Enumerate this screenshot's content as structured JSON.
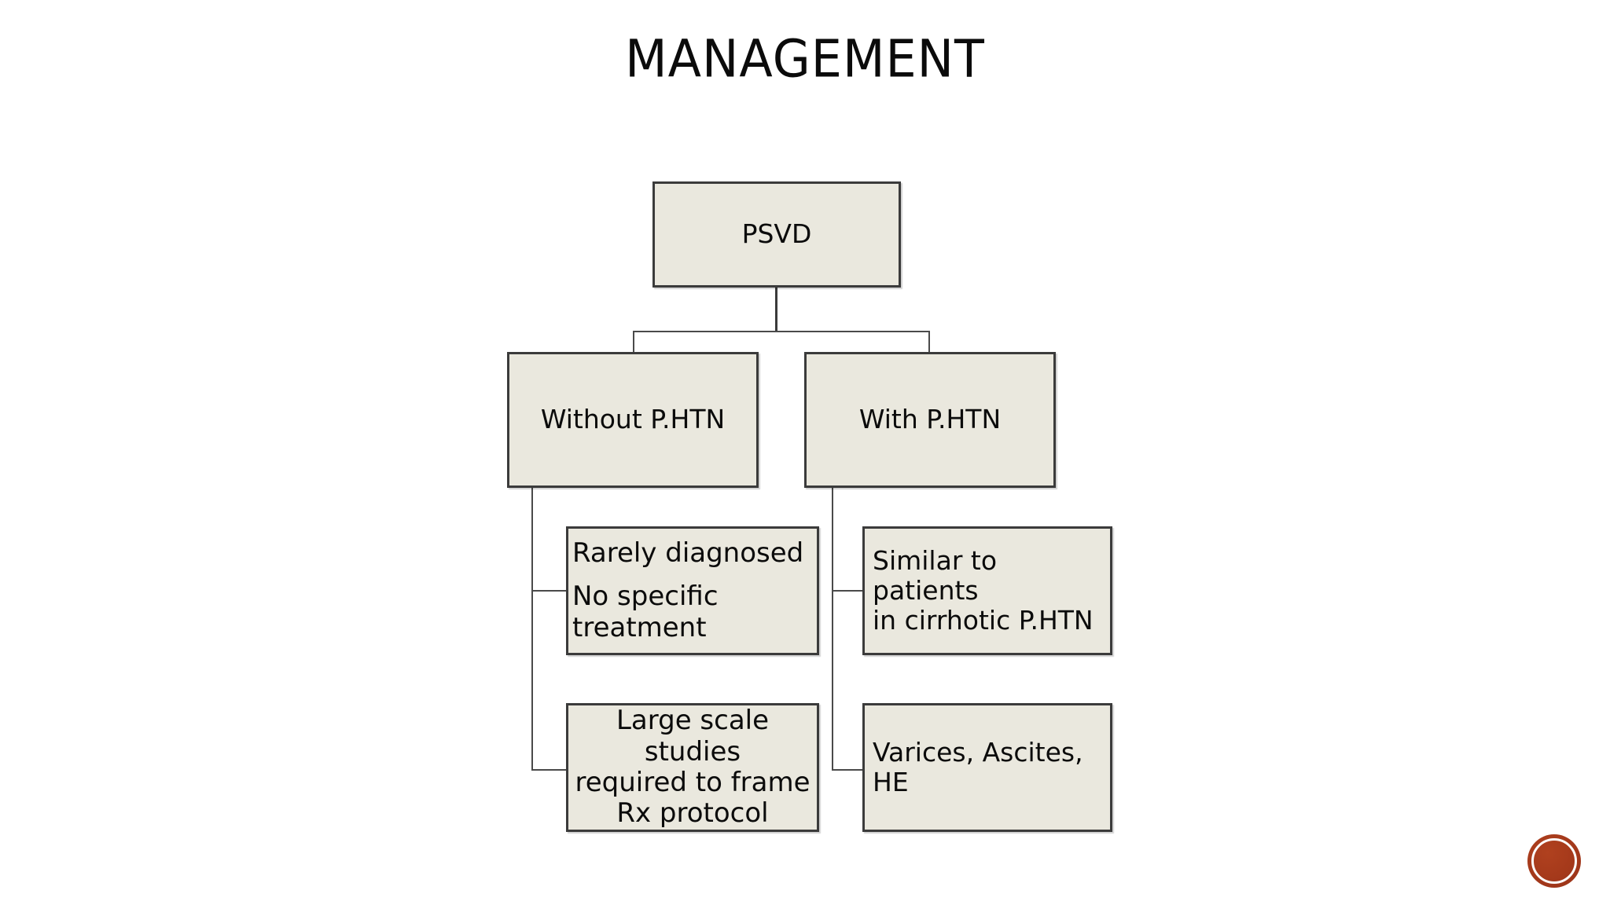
{
  "slide": {
    "title": "MANAGEMENT",
    "background_color": "#FFFFFF"
  },
  "theme": {
    "node_fill": "#EAE8DE",
    "node_border": "#3B3B3B",
    "connector_color": "#3B3B3B",
    "text_color": "#0B0B0B",
    "seal_color": "#A63A1B"
  },
  "diagram": {
    "type": "flowchart",
    "root": {
      "id": "psvd",
      "label": "PSVD"
    },
    "branches": [
      {
        "id": "without-phtn",
        "label": "Without P.HTN",
        "children": [
          {
            "id": "rarely-diagnosed",
            "line1": "Rarely diagnosed",
            "line2": "No specific treatment",
            "align": "left"
          },
          {
            "id": "large-scale-studies",
            "label": "Large scale studies\nrequired to frame\nRx protocol",
            "align": "center"
          }
        ]
      },
      {
        "id": "with-phtn",
        "label": "With P.HTN",
        "children": [
          {
            "id": "similar-to-patients",
            "label": "Similar to patients\nin cirrhotic P.HTN",
            "align": "left"
          },
          {
            "id": "varices-ascites-he",
            "label": "Varices, Ascites, HE",
            "align": "left"
          }
        ]
      }
    ]
  },
  "seal": {
    "name": "circular-seal-watermark"
  }
}
